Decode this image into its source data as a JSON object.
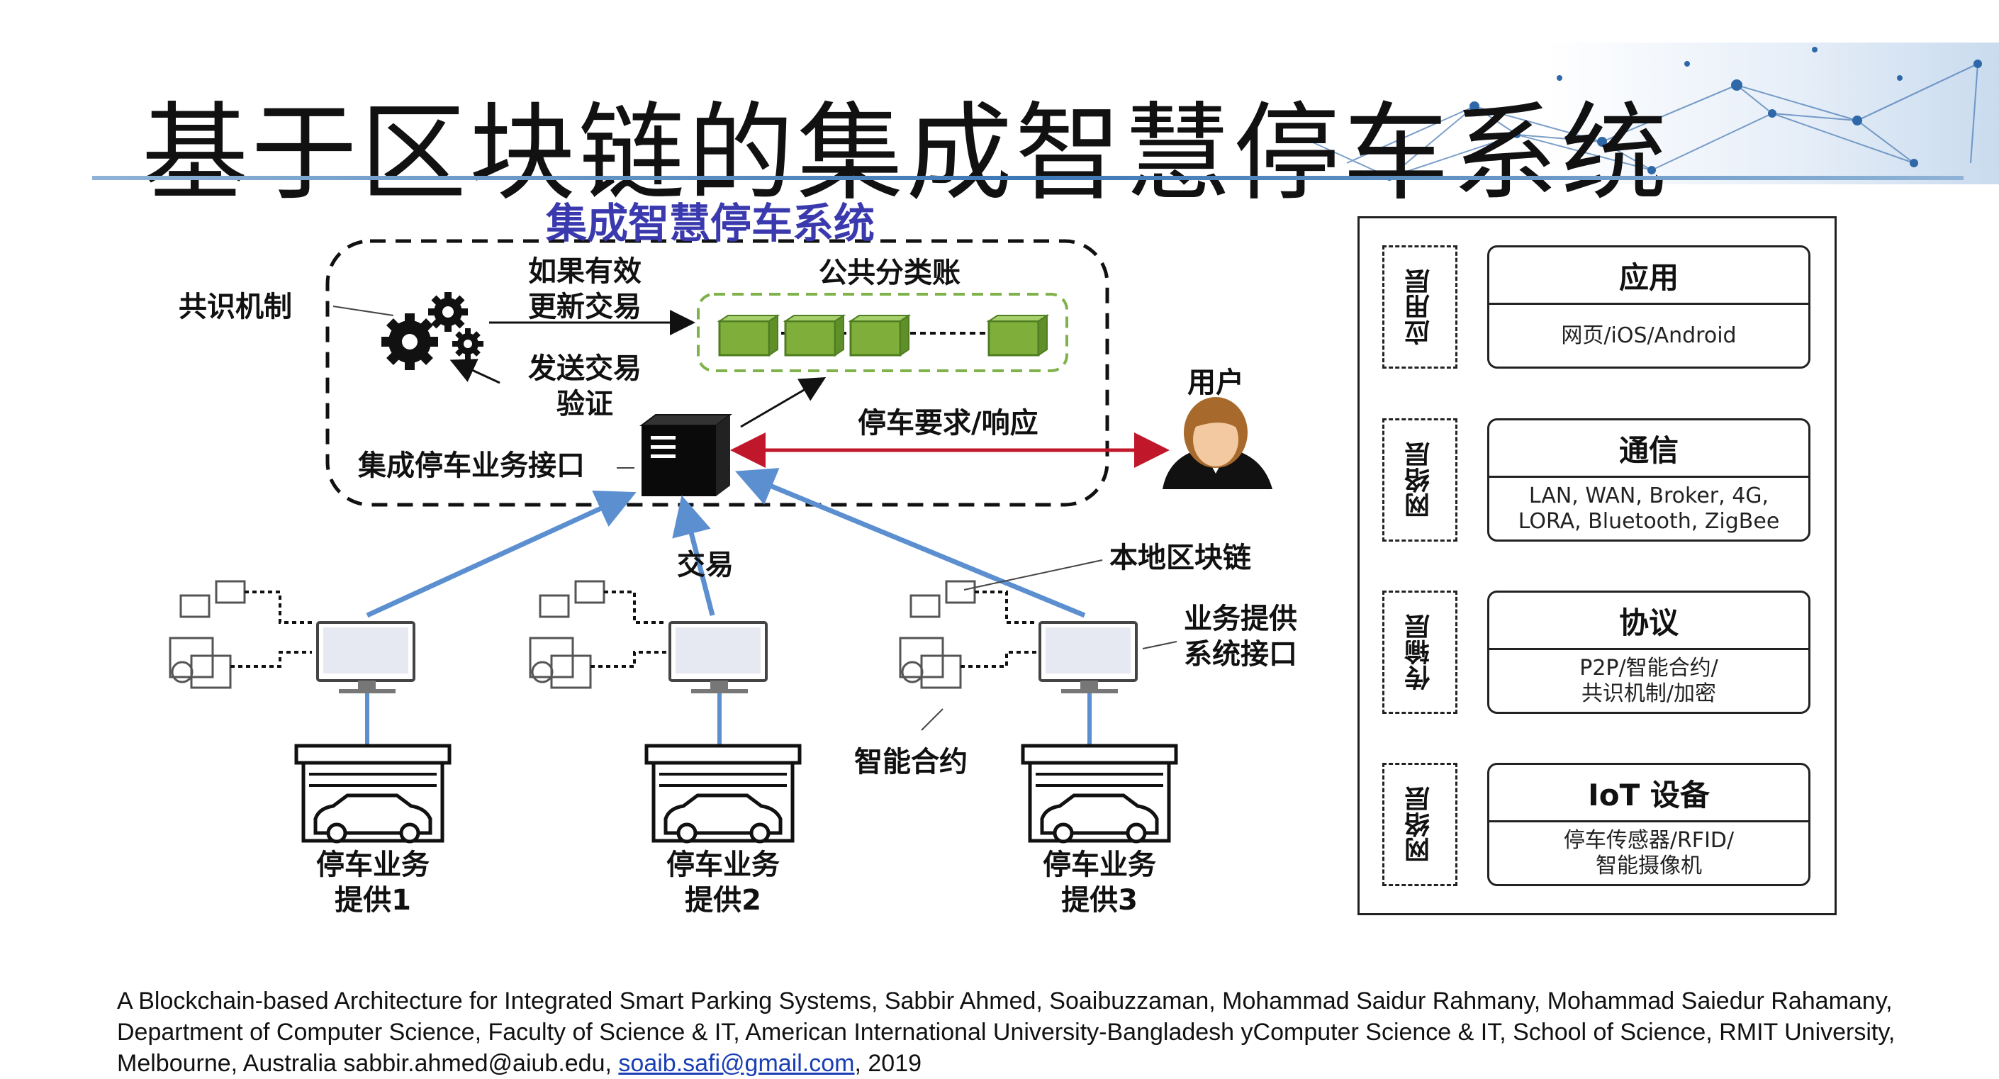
{
  "page_title": "基于区块链的集成智慧停车系统",
  "diagram": {
    "system_title": "集成智慧停车系统",
    "consensus": "共识机制",
    "if_valid_line1": "如果有效",
    "if_valid_line2": "更新交易",
    "public_ledger": "公共分类账",
    "send_tx_line1": "发送交易",
    "send_tx_line2": "验证",
    "interface": "集成停车业务接口",
    "parking_request": "停车要求/响应",
    "user": "用户",
    "transaction": "交易",
    "local_chain": "本地区块链",
    "provider_iface_line1": "业务提供",
    "provider_iface_line2": "系统接口",
    "smart_contract": "智能合约",
    "providers": [
      {
        "line1": "停车业务",
        "line2": "提供1"
      },
      {
        "line1": "停车业务",
        "line2": "提供2"
      },
      {
        "line1": "停车业务",
        "line2": "提供3"
      }
    ]
  },
  "stack": {
    "layers": [
      {
        "tag": "应用层",
        "head": "应用",
        "body": [
          "网页/iOS/Android"
        ]
      },
      {
        "tag": "网络层",
        "head": "通信",
        "body": [
          "LAN, WAN, Broker, 4G,",
          "LORA, Bluetooth, ZigBee"
        ]
      },
      {
        "tag": "传输层",
        "head": "协议",
        "body": [
          "P2P/智能合约/",
          "共识机制/加密"
        ]
      },
      {
        "tag": "网络层",
        "head": "IoT 设备",
        "body": [
          "停车传感器/RFID/",
          "智能摄像机"
        ]
      }
    ]
  },
  "citation": {
    "text_main": "A Blockchain-based Architecture for Integrated Smart Parking Systems,  Sabbir Ahmed, Soaibuzzaman, Mohammad Saidur Rahmany, Mohammad Saiedur Rahamany, Department of Computer Science, Faculty of Science & IT, American International University-Bangladesh yComputer Science & IT, School of Science, RMIT University, Melbourne, Australia sabbir.ahmed@aiub.edu, ",
    "email_link": "soaib.safi@gmail.com",
    "year": ",  2019"
  },
  "colors": {
    "block_green": "#7faf3a",
    "ledger_border": "#7fb24a",
    "arrow_blue": "#5b8fd0",
    "arrow_red": "#c0182a",
    "title_purple": "#3a3aae"
  }
}
